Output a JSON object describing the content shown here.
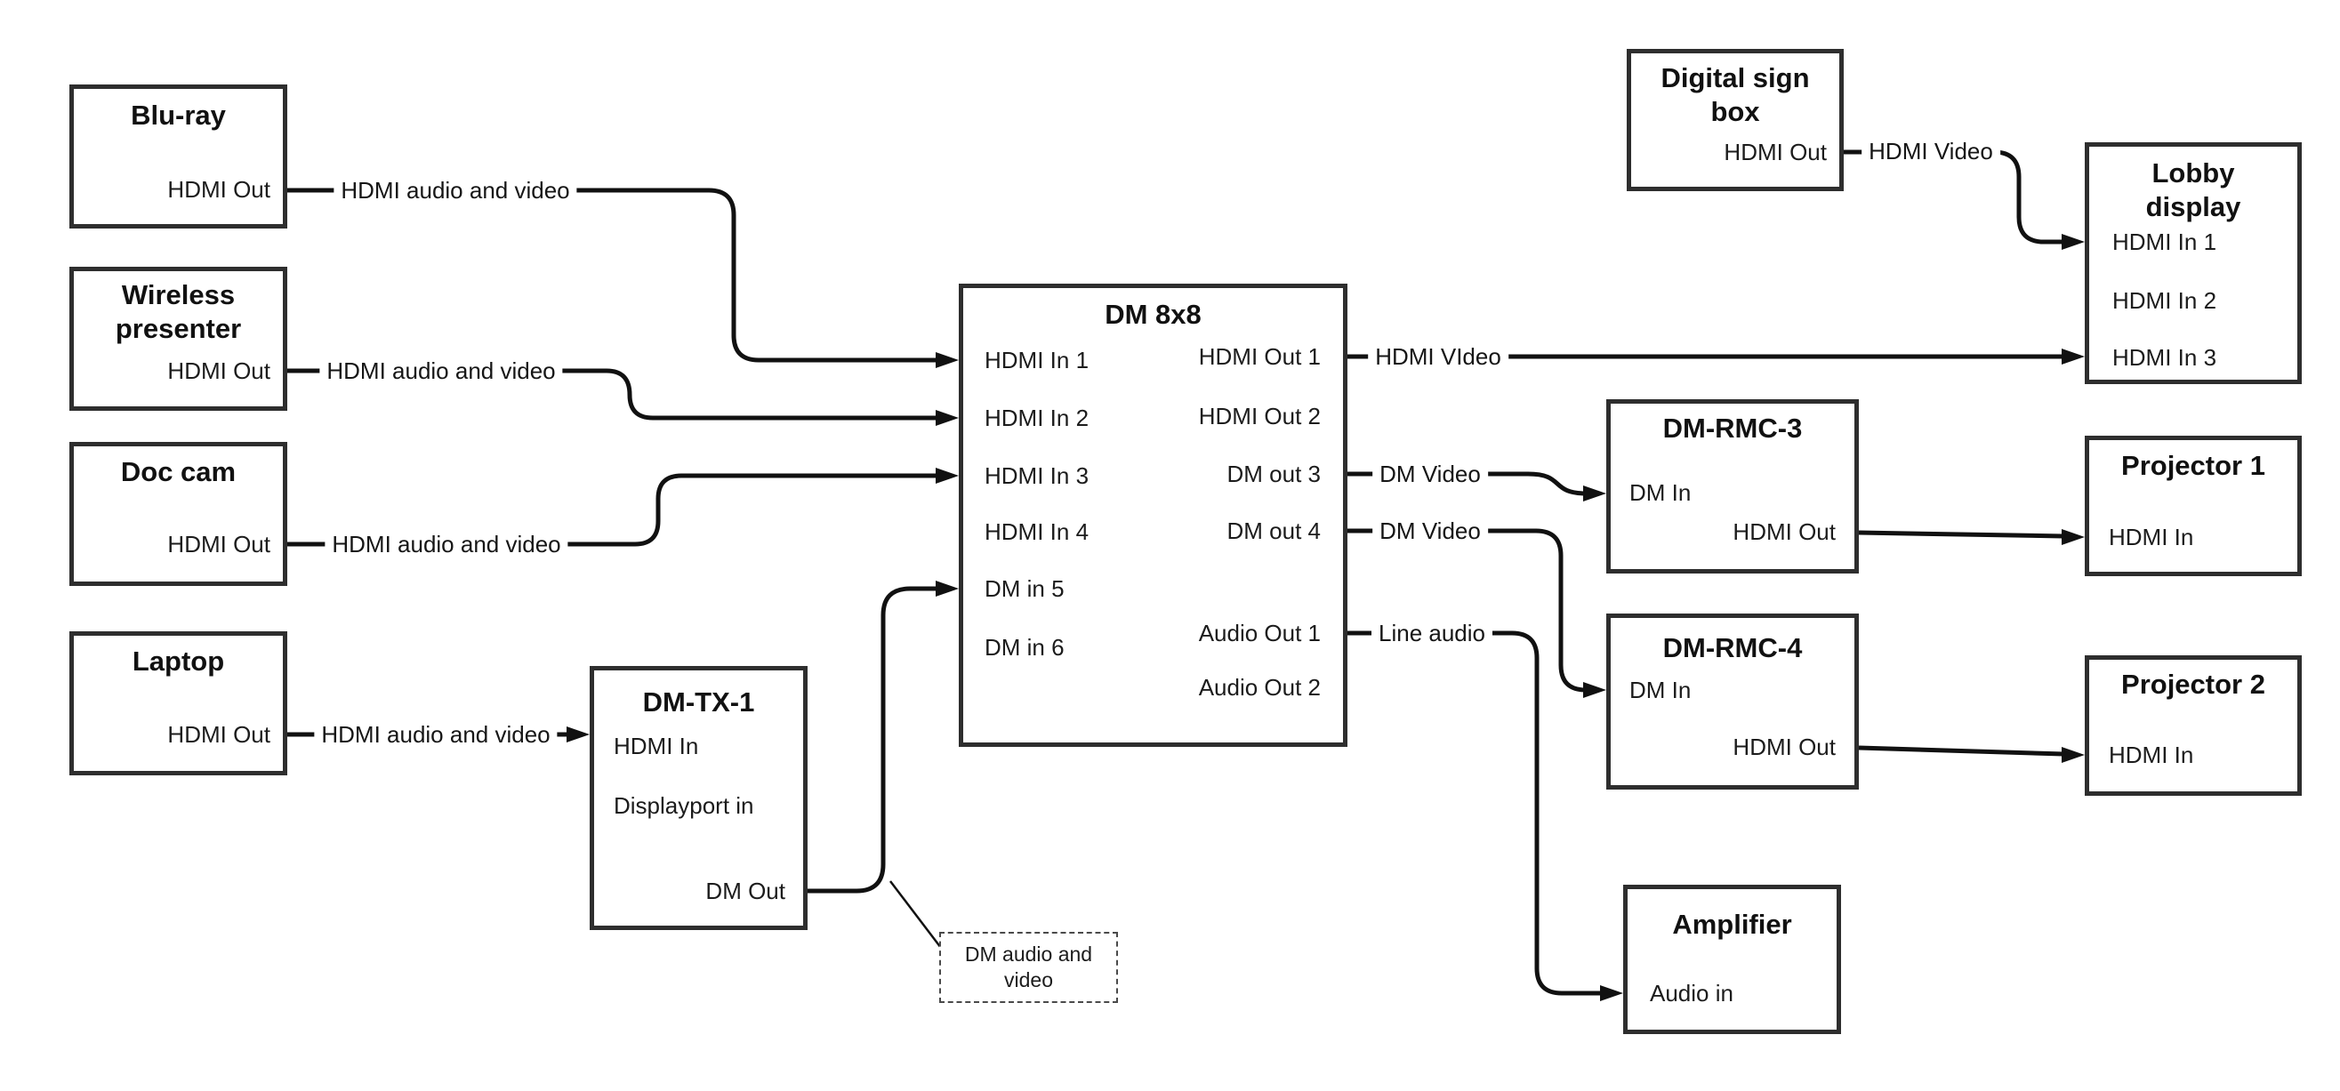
{
  "canvas": {
    "background": "#ffffff",
    "wire_color": "#111111",
    "box_border_color": "#2e2e2e"
  },
  "nodes": {
    "bluray": {
      "title": "Blu-ray",
      "port_hdmi_out": "HDMI Out"
    },
    "wireless_presenter": {
      "title_line1": "Wireless",
      "title_line2": "presenter",
      "port_hdmi_out": "HDMI Out"
    },
    "doc_cam": {
      "title": "Doc cam",
      "port_hdmi_out": "HDMI Out"
    },
    "laptop": {
      "title": "Laptop",
      "port_hdmi_out": "HDMI Out"
    },
    "dm_tx_1": {
      "title": "DM-TX-1",
      "port_hdmi_in": "HDMI In",
      "port_displayport_in": "Displayport in",
      "port_dm_out": "DM Out"
    },
    "dm_8x8": {
      "title": "DM 8x8",
      "left_ports": [
        "HDMI In 1",
        "HDMI In 2",
        "HDMI In 3",
        "HDMI In 4",
        "DM in 5",
        "DM in 6"
      ],
      "right_ports": [
        "HDMI Out 1",
        "HDMI Out 2",
        "DM out 3",
        "DM out 4",
        "Audio Out 1",
        "Audio Out 2"
      ]
    },
    "digital_sign_box": {
      "title_line1": "Digital sign",
      "title_line2": "box",
      "port_hdmi_out": "HDMI Out"
    },
    "lobby_display": {
      "title_line1": "Lobby",
      "title_line2": "display",
      "ports": [
        "HDMI In 1",
        "HDMI In 2",
        "HDMI In 3"
      ]
    },
    "dm_rmc_3": {
      "title": "DM-RMC-3",
      "port_dm_in": "DM In",
      "port_hdmi_out": "HDMI Out"
    },
    "dm_rmc_4": {
      "title": "DM-RMC-4",
      "port_dm_in": "DM In",
      "port_hdmi_out": "HDMI Out"
    },
    "amplifier": {
      "title": "Amplifier",
      "port_audio_in": "Audio in"
    },
    "projector_1": {
      "title": "Projector 1",
      "port_hdmi_in": "HDMI In"
    },
    "projector_2": {
      "title": "Projector 2",
      "port_hdmi_in": "HDMI In"
    }
  },
  "edge_labels": {
    "bluray_to_dm8x8": "HDMI audio and video",
    "wireless_to_dm8x8": "HDMI audio and video",
    "doccam_to_dm8x8": "HDMI audio and video",
    "laptop_to_dmtx1": "HDMI audio and video",
    "hdmi_out_1": "HDMI VIdeo",
    "dm_out_3": "DM Video",
    "dm_out_4": "DM Video",
    "audio_out_1": "Line audio",
    "digital_sign_to_lobby": "HDMI Video"
  },
  "note": {
    "line1": "DM audio and",
    "line2": "video"
  }
}
